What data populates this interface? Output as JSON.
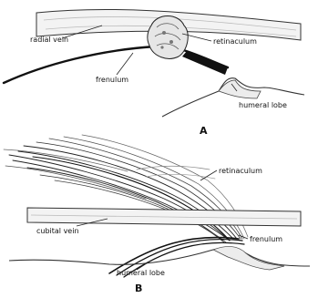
{
  "panel_a": {
    "letter": "A",
    "labels": {
      "radial_vein": "radial vein",
      "retinaculum": "retinaculum",
      "frenulum": "frenulum",
      "humeral_lobe": "humeral lobe"
    }
  },
  "panel_b": {
    "letter": "B",
    "labels": {
      "retinaculum": "retinaculum",
      "cubital_vein": "cubital vein",
      "frenulum": "frenulum",
      "humeral_lobe": "humeral lobe"
    }
  }
}
